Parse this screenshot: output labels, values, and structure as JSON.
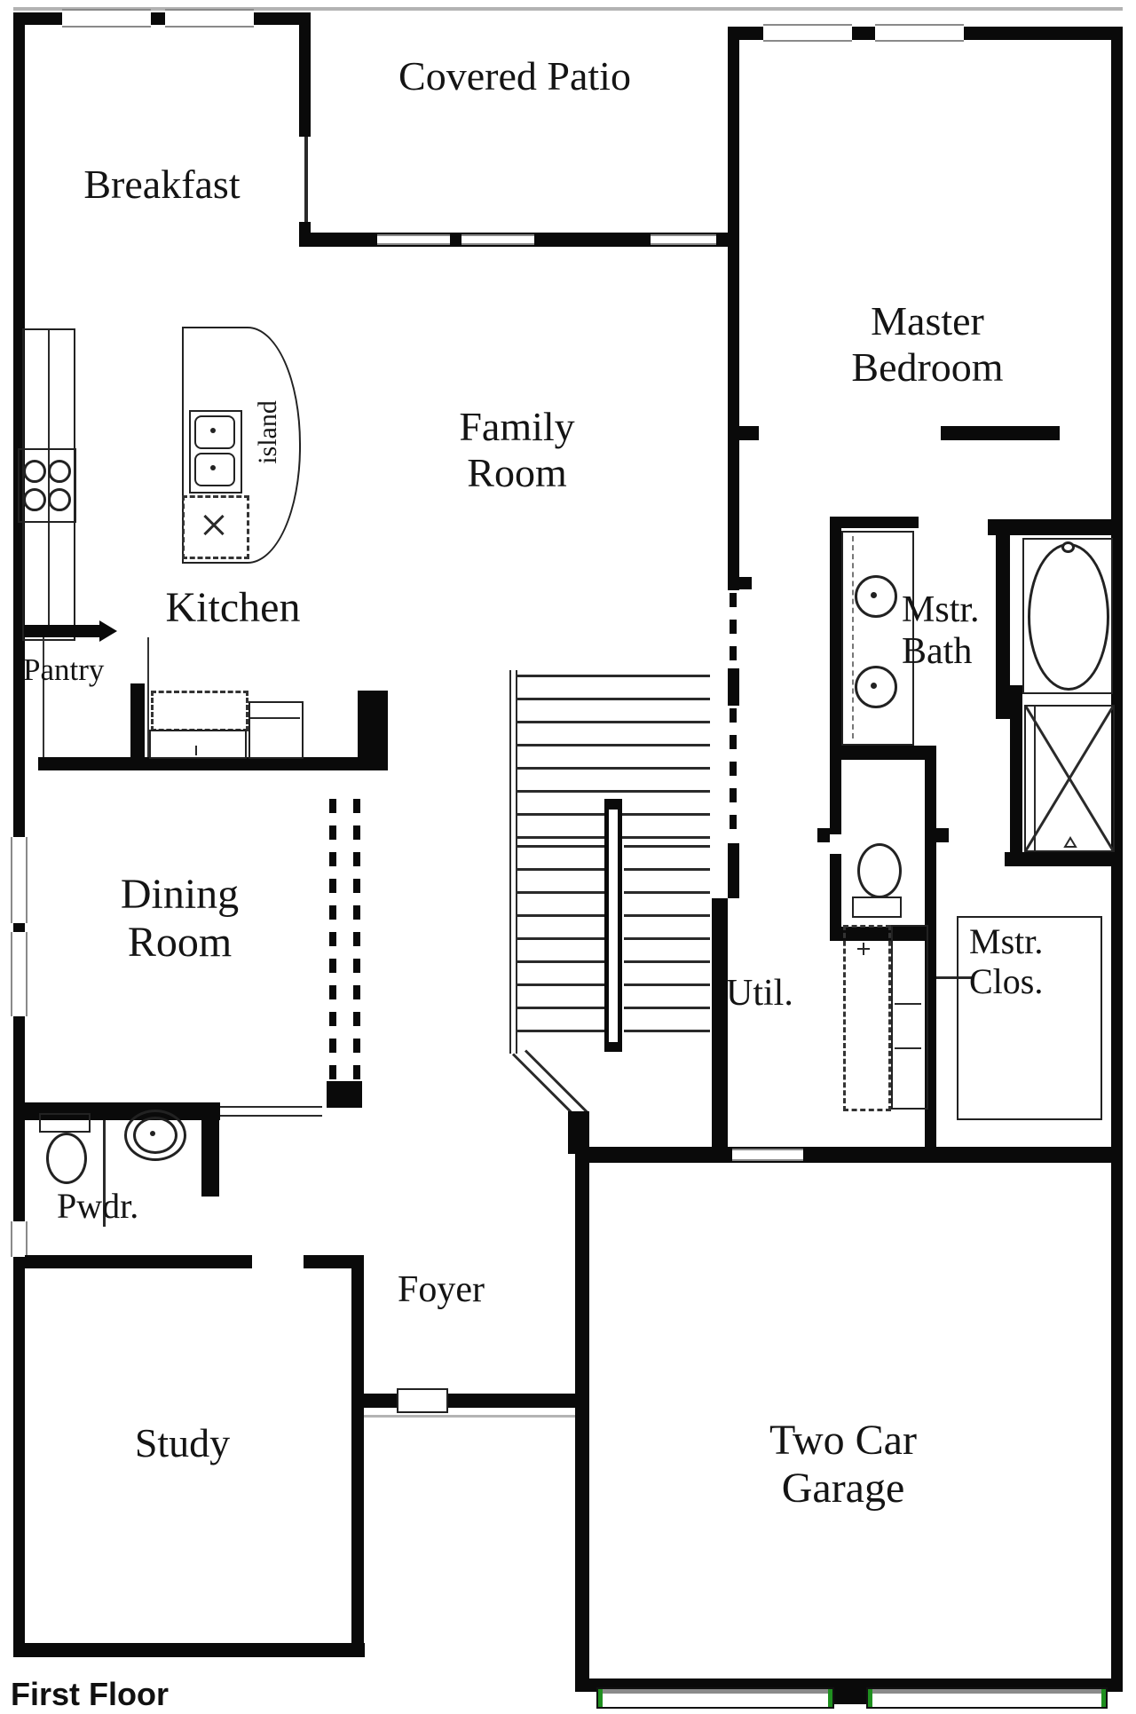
{
  "title": {
    "floor_label": "First Floor"
  },
  "rooms": {
    "breakfast": {
      "label": "Breakfast"
    },
    "covered_patio": {
      "label": "Covered Patio"
    },
    "master_bedroom": {
      "line1": "Master",
      "line2": "Bedroom"
    },
    "family_room": {
      "line1": "Family",
      "line2": "Room"
    },
    "kitchen": {
      "label": "Kitchen"
    },
    "island": {
      "label": "island"
    },
    "pantry": {
      "label": "Pantry"
    },
    "master_bath": {
      "line1": "Mstr.",
      "line2": "Bath"
    },
    "dining_room": {
      "line1": "Dining",
      "line2": "Room"
    },
    "utility": {
      "label": "Util."
    },
    "master_closet": {
      "line1": "Mstr.",
      "line2": "Clos."
    },
    "powder": {
      "label": "Pwdr."
    },
    "foyer": {
      "label": "Foyer"
    },
    "study": {
      "label": "Study"
    },
    "garage": {
      "line1": "Two Car",
      "line2": "Garage"
    }
  },
  "colors": {
    "wall": "#0a0a0a",
    "line": "#222222",
    "roof_line": "#b3b3b3",
    "garage_door_accent": "#1f8f1f",
    "background": "#ffffff"
  }
}
